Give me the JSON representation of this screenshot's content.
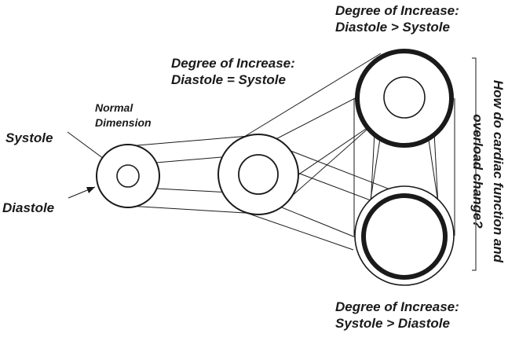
{
  "labels": {
    "top_line1": "Degree of Increase:",
    "top_line2": "Diastole > Systole",
    "mid_line1": "Degree of Increase:",
    "mid_line2": "Diastole = Systole",
    "bottom_line1": "Degree of Increase:",
    "bottom_line2": "Systole > Diastole",
    "normal_line1": "Normal",
    "normal_line2": "Dimension",
    "systole": "Systole",
    "diastole": "Diastole"
  },
  "question": {
    "line1": "How   do cardiac function and",
    "line2": "overload change?"
  },
  "colors": {
    "stroke": "#1a1a1a",
    "background": "#ffffff"
  }
}
